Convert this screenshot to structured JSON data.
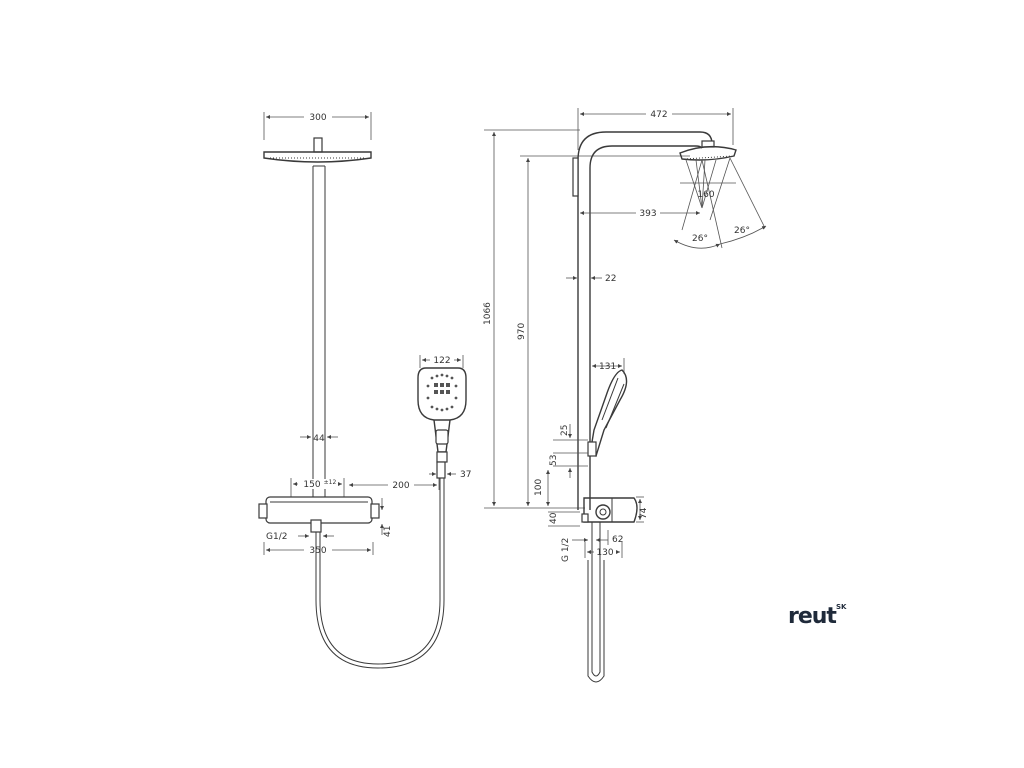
{
  "front_view": {
    "overhead_width": "300",
    "pipe_width": "44",
    "bar_spacing": "150",
    "bar_spacing_tol": "±12",
    "hand_shower_width": "122",
    "holder_offset": "200",
    "holder_width": "37",
    "thermostat_height": "41",
    "thread": "G1/2",
    "thermostat_width": "350"
  },
  "side_view": {
    "total_reach": "472",
    "total_height": "1066",
    "head_height": "970",
    "arm_reach": "393",
    "head_diameter": "160",
    "spray_angle_left": "26°",
    "spray_angle_right": "26°",
    "pipe_offset": "22",
    "hand_reach": "131",
    "dim_25": "25",
    "dim_53": "53",
    "dim_100": "100",
    "dim_40": "40",
    "dim_74": "74",
    "thread": "G 1/2",
    "dim_62": "62",
    "dim_130": "130"
  },
  "brand": {
    "name": "reut",
    "suffix": "SK"
  }
}
